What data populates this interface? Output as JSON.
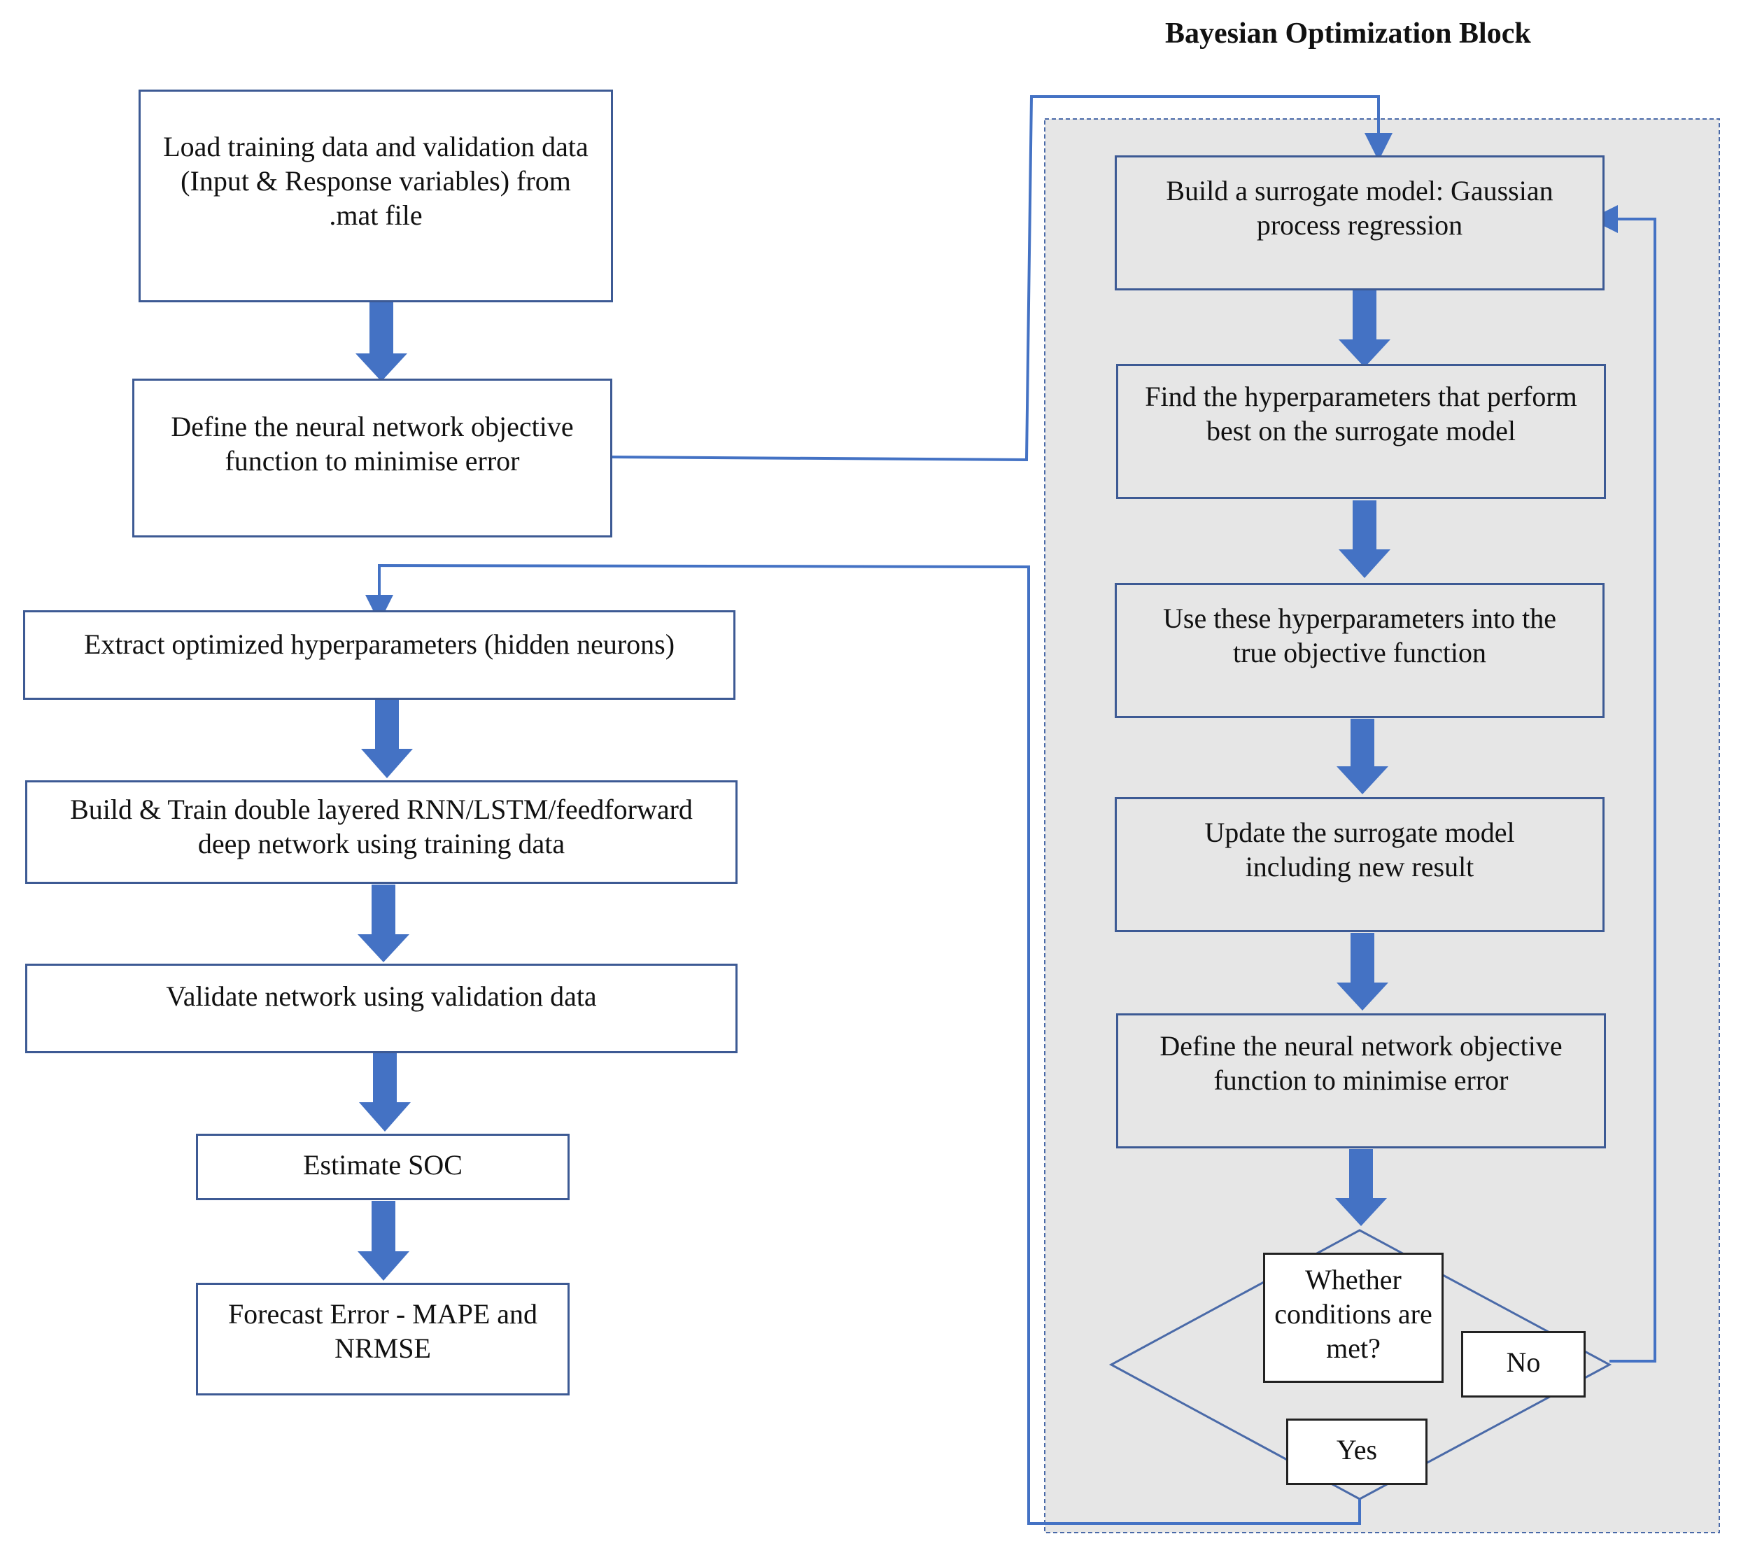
{
  "bayes_block": {
    "title": "Bayesian Optimization Block"
  },
  "left_flow": {
    "load": "Load training data and validation data (Input & Response variables) from .mat file",
    "define": "Define the neural network objective function to minimise error",
    "extract": "Extract optimized hyperparameters (hidden neurons)",
    "build_train": "Build & Train double layered RNN/LSTM/feedforward deep network using training data",
    "validate": "Validate network using validation data",
    "estimate": "Estimate SOC",
    "forecast": "Forecast Error - MAPE and NRMSE"
  },
  "right_flow": {
    "surrogate": "Build a surrogate model: Gaussian process regression",
    "find": "Find the hyperparameters that perform best on the surrogate model",
    "use": "Use these hyperparameters into the true objective function",
    "update": "Update the surrogate model including new result",
    "define": "Define the neural network objective function to minimise error",
    "decision": "Whether conditions are met?",
    "no": "No",
    "yes": "Yes"
  },
  "colors": {
    "arrow": "#4472c4",
    "line": "#4472c4",
    "box_border": "#3d5a94",
    "block_fill": "#e6e6e6",
    "diamond": "#4a6aa8"
  }
}
